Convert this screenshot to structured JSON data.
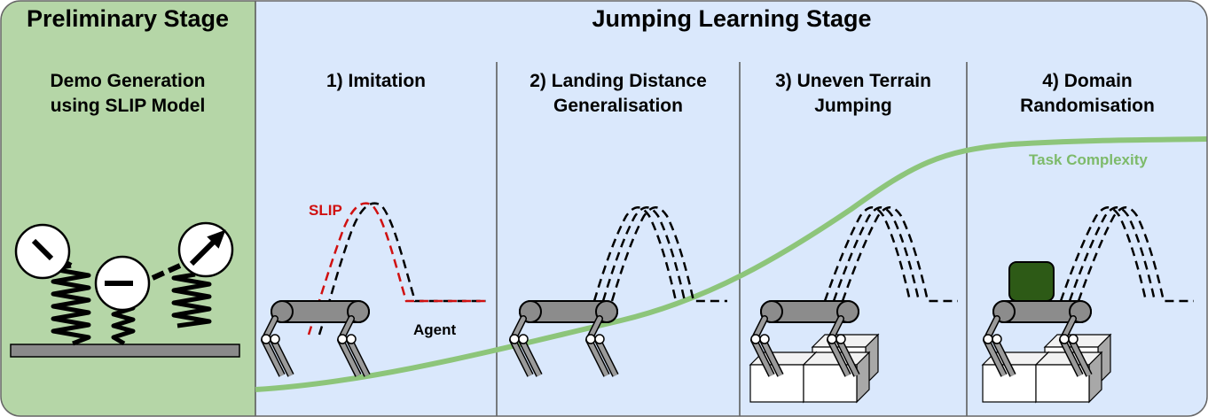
{
  "stages": {
    "preliminary": "Preliminary Stage",
    "jumping": "Jumping Learning Stage"
  },
  "preliminary_column": {
    "title_line1": "Demo Generation",
    "title_line2": "using SLIP Model"
  },
  "columns": [
    {
      "title_line1": "1) Imitation",
      "title_line2": ""
    },
    {
      "title_line1": "2) Landing Distance",
      "title_line2": "Generalisation"
    },
    {
      "title_line1": "3) Uneven Terrain",
      "title_line2": "Jumping"
    },
    {
      "title_line1": "4) Domain",
      "title_line2": "Randomisation"
    }
  ],
  "labels": {
    "task_complexity": "Task Complexity",
    "slip": "SLIP",
    "agent": "Agent"
  },
  "colors": {
    "preliminary_bg": "#b5d6a7",
    "jumping_bg": "#dae8fc",
    "task_curve": "#8dc57a",
    "slip_trajectory": "#d01010",
    "robot_gray": "#8c8c8c",
    "payload_green": "#2d5a16"
  }
}
